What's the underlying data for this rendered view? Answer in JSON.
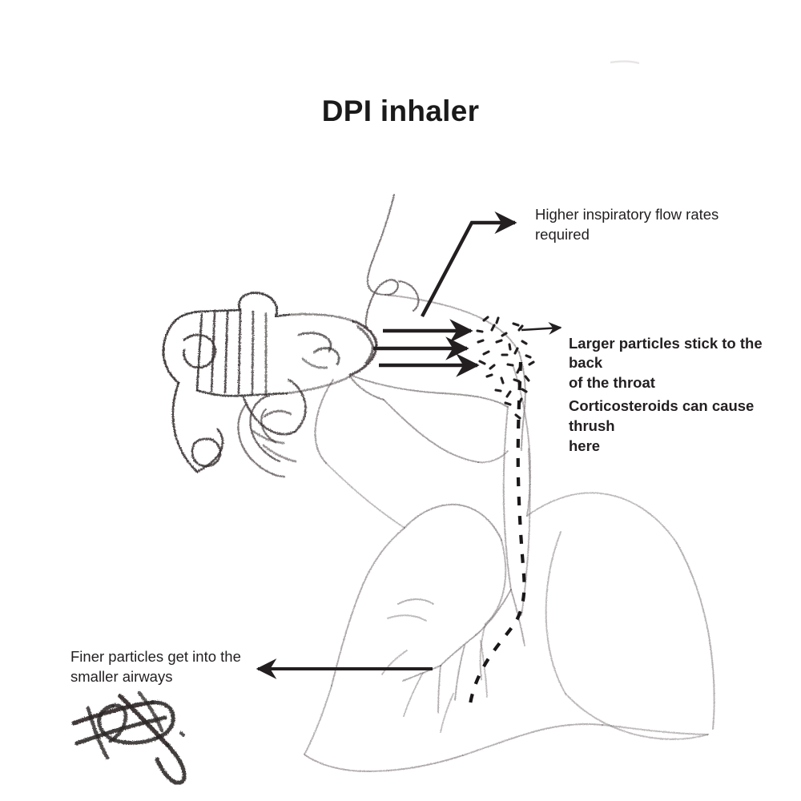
{
  "page": {
    "title": "DPI inhaler",
    "background_color": "#ffffff",
    "text_color": "#231f20",
    "sketch_color": "#4a4240",
    "ink_color": "#231f20"
  },
  "annotations": {
    "inspiratory_flow": {
      "text": "Higher inspiratory flow rates\nrequired",
      "weight": "regular"
    },
    "throat_deposition": {
      "line1": "Larger particles stick to the back\nof the throat",
      "line2": "Corticosteroids can cause thrush\nhere",
      "weight": "bold"
    },
    "finer_particles": {
      "text": "Finer particles get into the\nsmaller airways",
      "weight": "regular"
    }
  },
  "diagram": {
    "subject": "side-profile head using a dry powder inhaler with lungs",
    "airflow_arrows": 3,
    "particle_trail": "dashed line from pharynx down trachea into bronchi",
    "throat_particles": "scattered dashes at posterior pharyngeal wall",
    "signature": "handwritten scribble"
  }
}
